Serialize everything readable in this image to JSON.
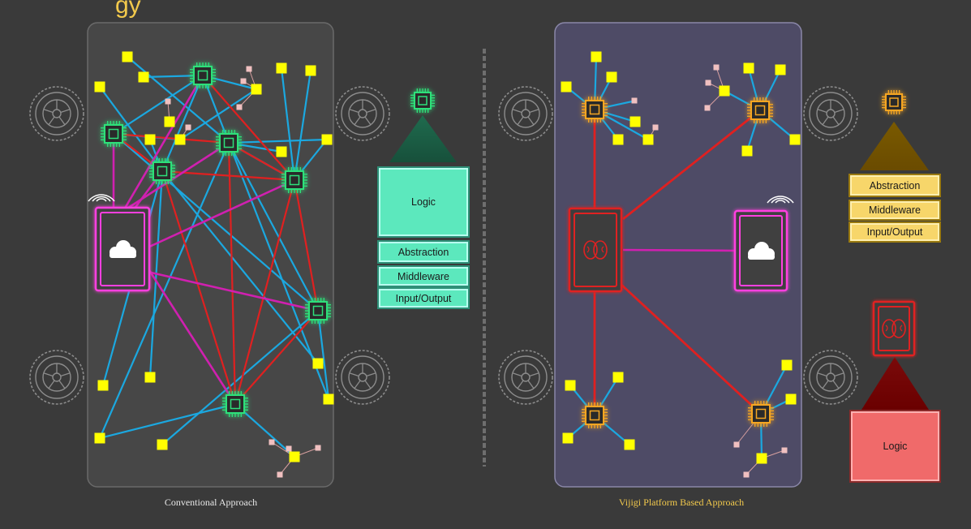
{
  "captions": {
    "left": "Conventional Approach",
    "right": "Vijigi Platform Based Approach"
  },
  "left_stack": {
    "logic": "Logic",
    "abstraction": "Abstraction",
    "middleware": "Middleware",
    "io": "Input/Output"
  },
  "right_stack": {
    "abstraction": "Abstraction",
    "middleware": "Middleware",
    "io": "Input/Output",
    "logic": "Logic"
  },
  "colors": {
    "background": "#3a3a3a",
    "chip_green": "#2ee07a",
    "chip_orange": "#f5a623",
    "sensor": "#ffff00",
    "link_blue": "#1ba8e0",
    "link_red": "#e02020",
    "link_magenta": "#d020b0",
    "cloud_frame": "#ff40e0",
    "caption_left": "#e8e8e8",
    "caption_right": "#f2c94c"
  },
  "icons": [
    "wheel-icon",
    "chip-icon",
    "sensor-icon",
    "cloud-icon",
    "brain-icon",
    "wifi-icon"
  ]
}
